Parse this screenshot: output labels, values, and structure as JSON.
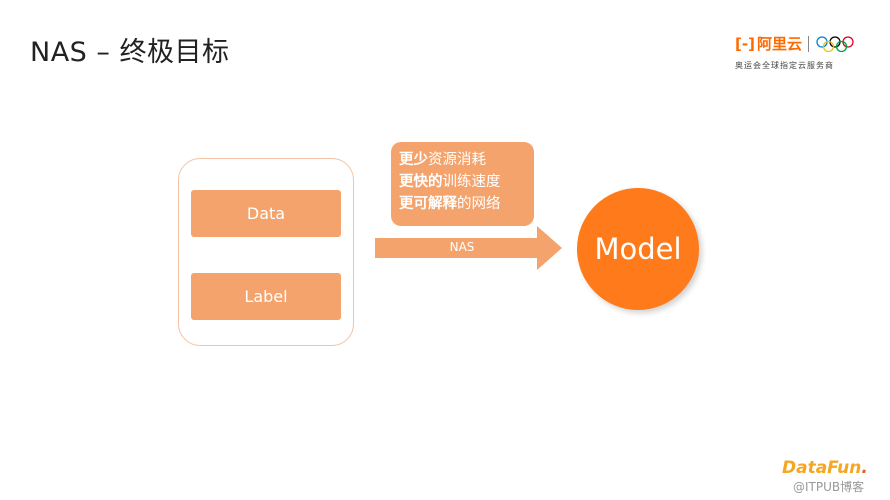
{
  "slide": {
    "title": "NAS – 终极目标"
  },
  "logo": {
    "mark": "[-]",
    "name": "阿里云",
    "tagline": "奥运会全球指定云服务商"
  },
  "diagram": {
    "inputs": [
      "Data",
      "Label"
    ],
    "benefits": [
      {
        "bold": "更少",
        "rest": "资源消耗"
      },
      {
        "bold": "更快的",
        "rest": "训练速度"
      },
      {
        "bold": "更可解释",
        "rest": "的网络"
      }
    ],
    "arrow_label": "NAS",
    "output": "Model"
  },
  "footer": {
    "brand": "DataFun",
    "brand_dot": ".",
    "watermark": "@ITPUB博客"
  },
  "colors": {
    "accent": "#f4a36c",
    "model": "#ff7a1a",
    "brand_orange": "#ff6a00"
  }
}
